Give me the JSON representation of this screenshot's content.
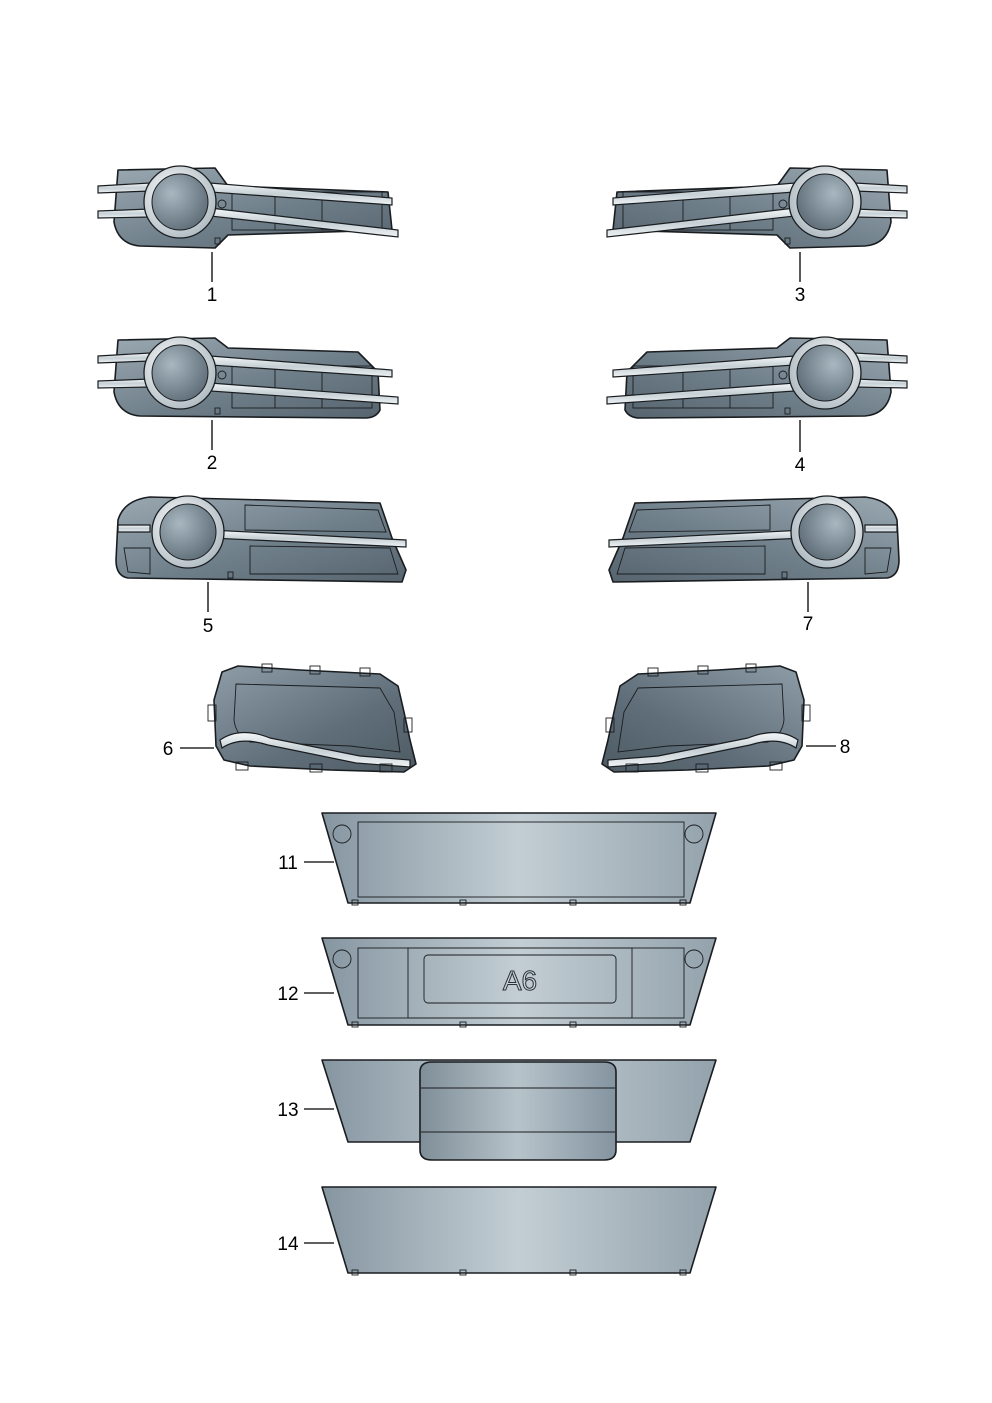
{
  "colors": {
    "part_dark": "#5d6c77",
    "part_mid": "#8797a2",
    "part_light": "#b9c5cc",
    "chrome": "#dfe5e8",
    "outline": "#1a1d20"
  },
  "callouts": [
    {
      "id": "1",
      "label": "1"
    },
    {
      "id": "2",
      "label": "2"
    },
    {
      "id": "3",
      "label": "3"
    },
    {
      "id": "4",
      "label": "4"
    },
    {
      "id": "5",
      "label": "5"
    },
    {
      "id": "6",
      "label": "6"
    },
    {
      "id": "7",
      "label": "7"
    },
    {
      "id": "8",
      "label": "8"
    },
    {
      "id": "11",
      "label": "11"
    },
    {
      "id": "12",
      "label": "12"
    },
    {
      "id": "13",
      "label": "13"
    },
    {
      "id": "14",
      "label": "14"
    }
  ],
  "emblem": {
    "text": "A6"
  }
}
